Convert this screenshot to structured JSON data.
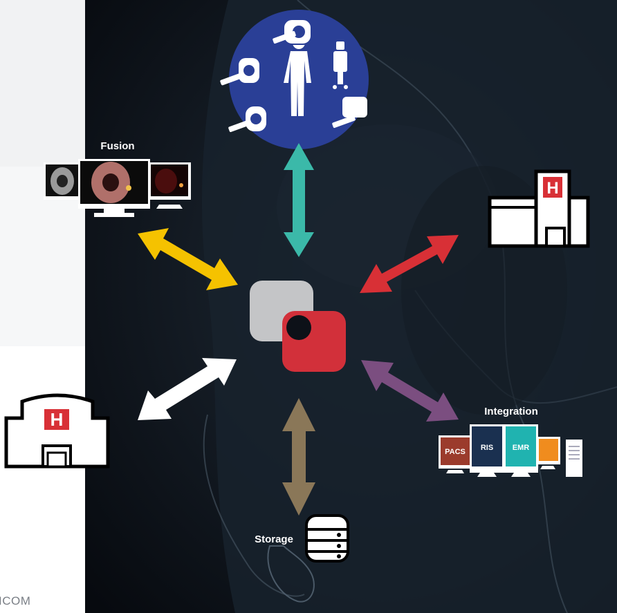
{
  "labels": {
    "fusion": "Fusion",
    "integration": "Integration",
    "storage": "Storage"
  },
  "integration_screens": {
    "pacs": "PACS",
    "ris": "RIS",
    "emr": "EMR"
  },
  "hospital_letter": "H",
  "footer_fragment": "ICOM",
  "colors": {
    "background_dark": "#0d1118",
    "patient_circle": "#2a3f96",
    "arrow_teal": "#3bb9a9",
    "arrow_yellow": "#f5c200",
    "arrow_red": "#d83036",
    "arrow_white": "#ffffff",
    "arrow_purple": "#7b4e80",
    "arrow_tan": "#8a7758",
    "logo_gray": "#c4c5c7",
    "logo_red": "#d2303a",
    "screen_navy": "#1a3050",
    "screen_teal": "#20b3b0",
    "screen_orange": "#f08c1e",
    "screen_brown": "#9b3b2c"
  }
}
